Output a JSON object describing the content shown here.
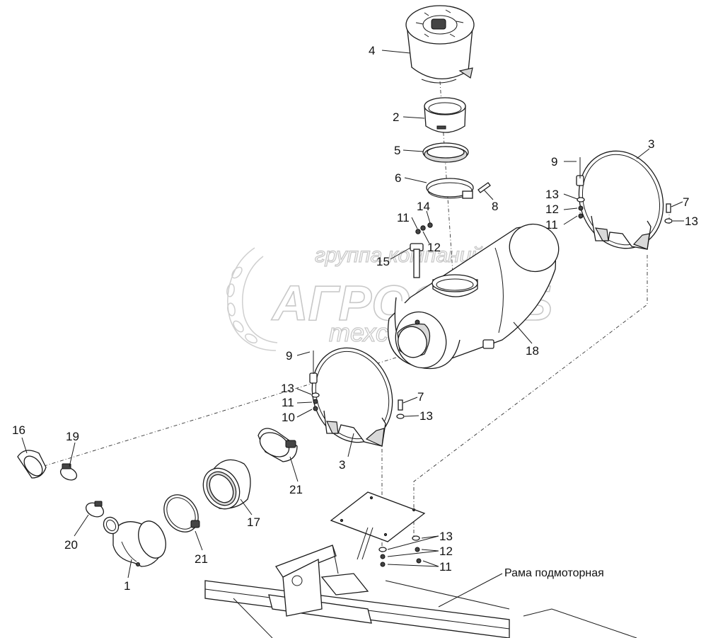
{
  "diagram": {
    "callouts": [
      "1",
      "2",
      "3",
      "3",
      "4",
      "5",
      "6",
      "7",
      "7",
      "8",
      "9",
      "9",
      "10",
      "11",
      "11",
      "11",
      "11",
      "12",
      "12",
      "12",
      "13",
      "13",
      "13",
      "13",
      "13",
      "14",
      "15",
      "16",
      "17",
      "18",
      "19",
      "20",
      "21",
      "21"
    ],
    "frame_label": "Рама подмоторная"
  },
  "watermark": {
    "line1": "группа компаний",
    "line2": "АГРОСНАБ",
    "line3": "техсервис"
  }
}
